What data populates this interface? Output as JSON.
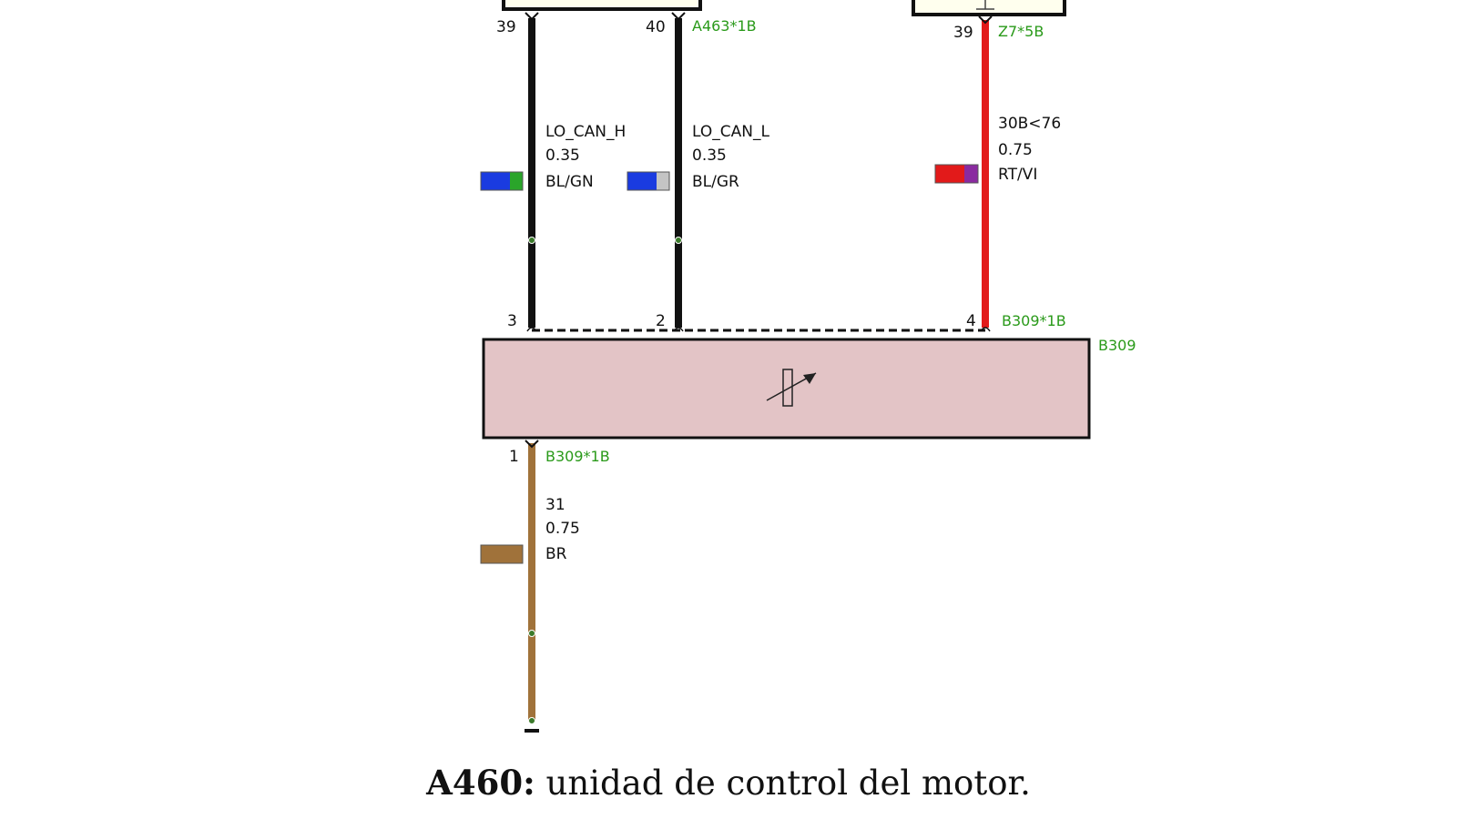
{
  "colors": {
    "can_wire": "#111111",
    "power_wire": "#e21a1a",
    "ground_wire": "#a0723a",
    "sensor_body": "#e3c4c6",
    "connector_text": "#2a9a1a",
    "module_fill": "#ffffee"
  },
  "top_modules": {
    "left_connector": "A463*1B",
    "right_connector": "Z7*5B"
  },
  "wires": [
    {
      "id": "lo-can-h",
      "signal": "LO_CAN_H",
      "gauge": "0.35",
      "color_code": "BL/GN",
      "swatch": [
        "#1a3be0",
        "#2aa52a"
      ],
      "pin_top": "39",
      "pin_bottom": "3"
    },
    {
      "id": "lo-can-l",
      "signal": "LO_CAN_L",
      "gauge": "0.35",
      "color_code": "BL/GR",
      "swatch": [
        "#1a3be0",
        "#c4c4c4"
      ],
      "pin_top": "40",
      "pin_bottom": "2"
    },
    {
      "id": "power",
      "signal": "30B<76",
      "gauge": "0.75",
      "color_code": "RT/VI",
      "swatch": [
        "#e21a1a",
        "#8a2aa0"
      ],
      "pin_top": "39",
      "pin_bottom": "4"
    },
    {
      "id": "ground",
      "signal": "31",
      "gauge": "0.75",
      "color_code": "BR",
      "swatch": [
        "#a0723a"
      ],
      "pin_top": "1"
    }
  ],
  "sensor": {
    "id": "B309",
    "top_connector": "B309*1B",
    "bottom_connector": "B309*1B",
    "icon": "variable-resistor-icon"
  },
  "caption": {
    "bold": "A460:",
    "text": " unidad de control del motor."
  }
}
